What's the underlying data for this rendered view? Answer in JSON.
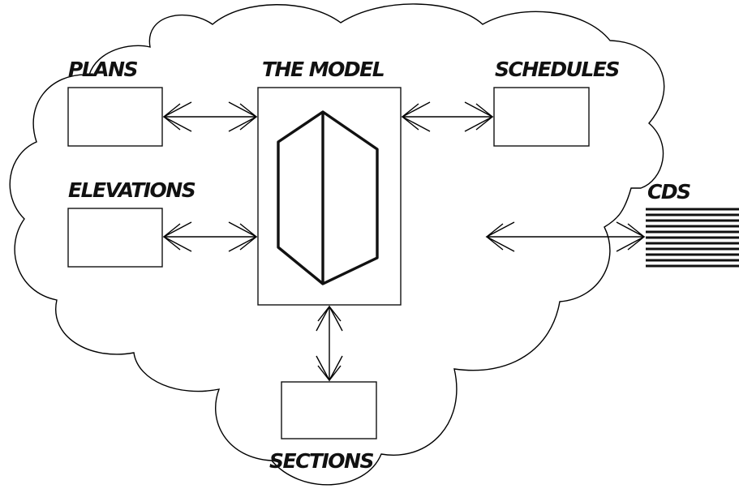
{
  "labels": {
    "plans": "PLANS",
    "model": "THE MODEL",
    "schedules": "SCHEDULES",
    "elevations": "ELEVATIONS",
    "cds": "CDS",
    "sections": "SECTIONS"
  },
  "colors": {
    "ink": "#111111",
    "background": "#ffffff"
  }
}
